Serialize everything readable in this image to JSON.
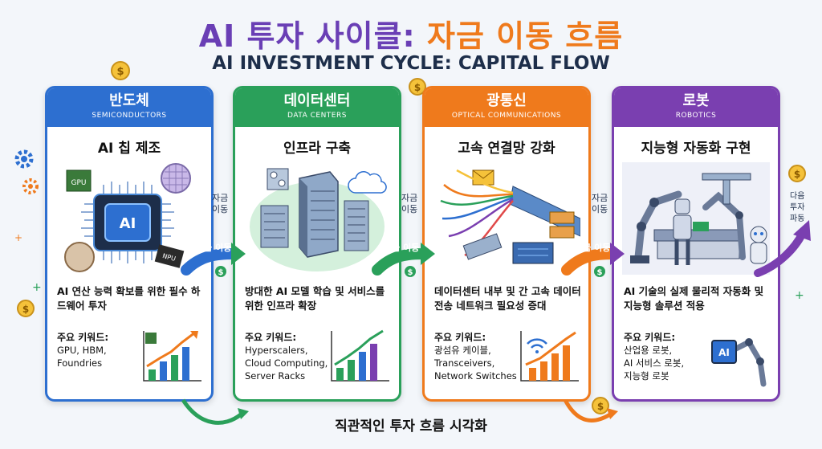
{
  "title": {
    "part1": "AI 투자 사이클:",
    "part2": "자금 이동 흐름"
  },
  "subtitle": "AI INVESTMENT CYCLE: CAPITAL FLOW",
  "cards": [
    {
      "title_kr": "반도체",
      "title_en": "SEMICONDUCTORS",
      "heading": "AI 칩 제조",
      "desc": "AI 연산 능력 확보를 위한 필수 하드웨어 투자",
      "kw_title": "주요 키워드:",
      "keywords": [
        "GPU, HBM,",
        "Foundries"
      ],
      "chip_labels": {
        "gpu": "GPU",
        "ai": "AI",
        "npu": "NPU"
      }
    },
    {
      "title_kr": "데이터센터",
      "title_en": "DATA CENTERS",
      "heading": "인프라 구축",
      "desc": "방대한 AI 모델 학습 및 서비스를 위한 인프라 확장",
      "kw_title": "주요 키워드:",
      "keywords": [
        "Hyperscalers,",
        "Cloud Computing,",
        "Server Racks"
      ]
    },
    {
      "title_kr": "광통신",
      "title_en": "OPTICAL COMMUNICATIONS",
      "heading": "고속 연결망 강화",
      "desc": "데이터센터 내부 및 간 고속 데이터 전송 네트워크 필요성 증대",
      "kw_title": "주요 키워드:",
      "keywords": [
        "광섬유 케이블,",
        "Transceivers,",
        "Network Switches"
      ]
    },
    {
      "title_kr": "로봇",
      "title_en": "ROBOTICS",
      "heading": "지능형 자동화 구현",
      "desc": "AI 기술의 실제 물리적 자동화 및 지능형 솔루션 적용",
      "kw_title": "주요 키워드:",
      "keywords": [
        "산업용 로봇,",
        "AI 서비스 로봇,",
        "지능형 로봇"
      ],
      "robot_badge": "AI"
    }
  ],
  "flows": {
    "side_label_1": "자금\n이동",
    "side_label_2": "자금\n이동",
    "side_label_3": "자금\n이동",
    "next_label": "다음\n투자\n파동",
    "arrow_label": "자금 이동"
  },
  "bottom_caption": "직관적인 투자 흐름 시각화",
  "colors": {
    "blue": "#2d6fd0",
    "green": "#2aa05a",
    "orange": "#ef7a1c",
    "purple": "#7a3fb0"
  },
  "icons": [
    "gear-icon",
    "dollar-coin-icon",
    "sparkle-icon",
    "cloud-icon",
    "envelope-icon",
    "wifi-icon"
  ]
}
